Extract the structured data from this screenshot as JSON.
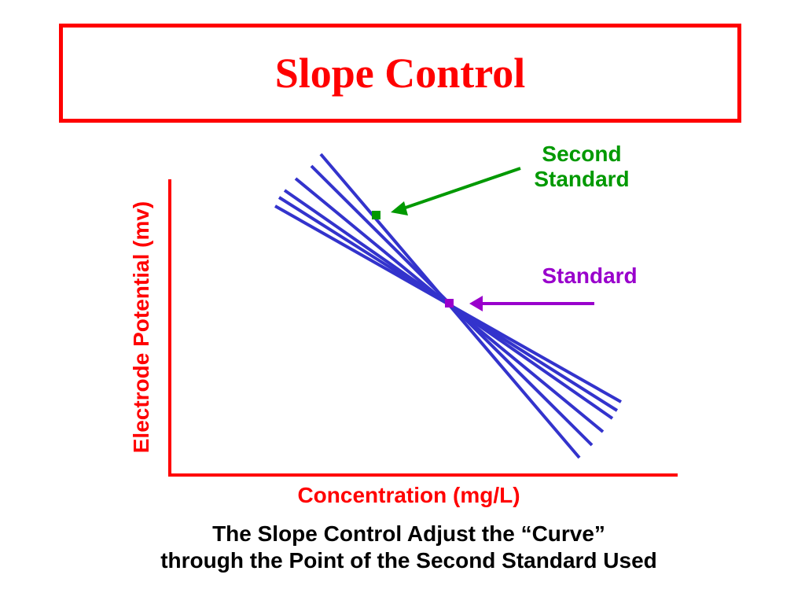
{
  "title": "Slope Control",
  "labels": {
    "second_standard_line1": "Second",
    "second_standard_line2": "Standard",
    "standard": "Standard",
    "x_axis": "Concentration (mg/L)",
    "y_axis": "Electrode Potential (mv)"
  },
  "caption": {
    "line1": "The Slope Control Adjust the “Curve”",
    "line2": "through the Point of the Second Standard Used"
  },
  "colors": {
    "title": "#ff0000",
    "axes": "#ff0000",
    "lines": "#3333cc",
    "second_standard": "#009900",
    "standard": "#9900cc",
    "caption": "#000000"
  }
}
